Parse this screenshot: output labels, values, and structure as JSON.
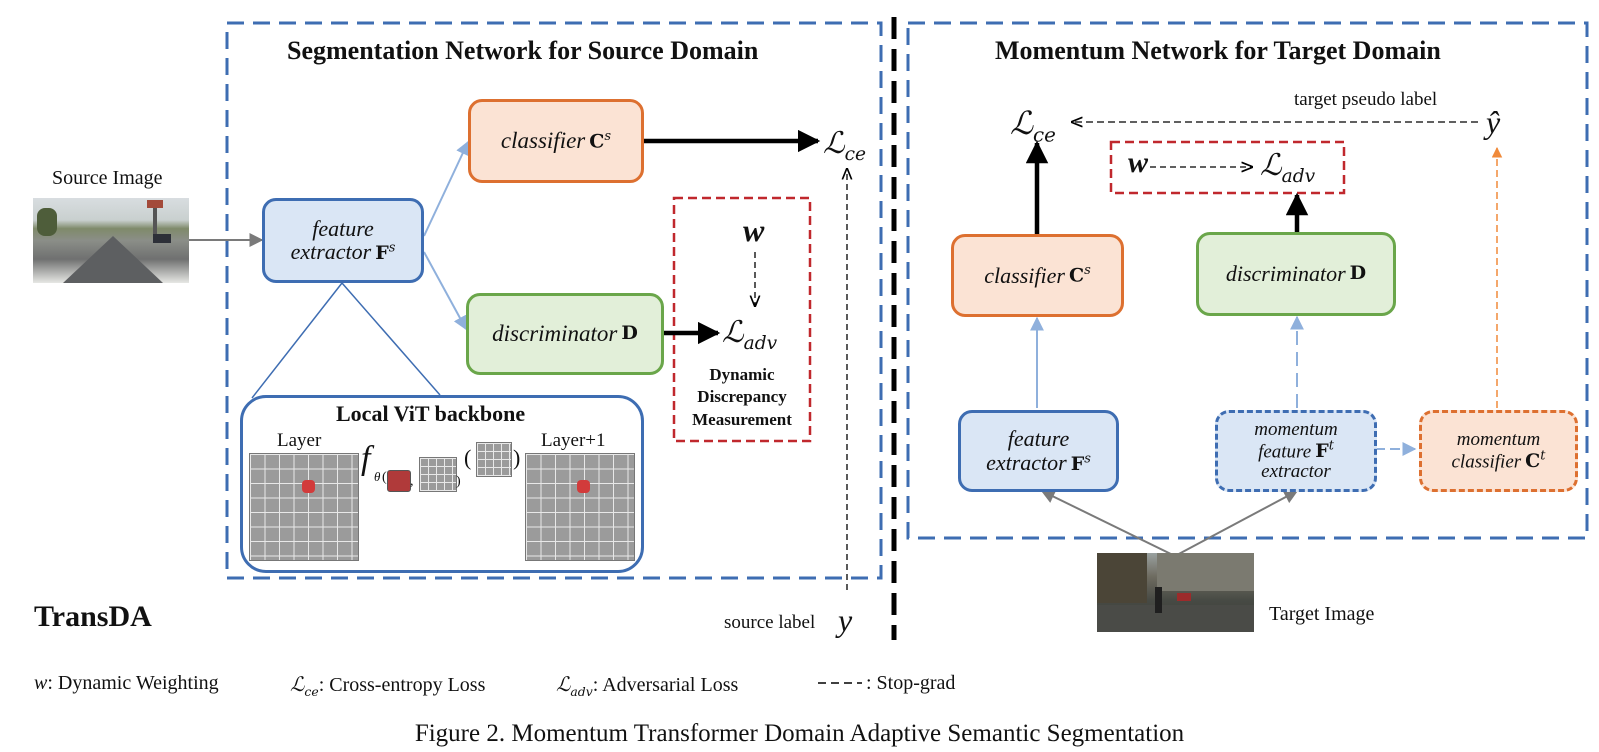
{
  "title": "TransDA",
  "caption": "Figure 2. Momentum Transformer Domain Adaptive Semantic Segmentation",
  "left_panel": {
    "title": "Segmentation Network for Source Domain",
    "source_image_label": "Source Image",
    "feature_extractor": {
      "label_1": "feature",
      "label_2": "extractor",
      "symbol": "F",
      "sup": "s"
    },
    "classifier": {
      "label": "classifier",
      "symbol": "C",
      "sup": "s"
    },
    "discriminator": {
      "label": "discriminator",
      "symbol": "D"
    },
    "loss_ce": {
      "main": "ℒ",
      "sub": "ce"
    },
    "loss_adv": {
      "main": "ℒ",
      "sub": "adv"
    },
    "weight": "w",
    "ddm_lines": [
      "Dynamic",
      "Discrepancy",
      "Measurement"
    ],
    "source_label_text": "source label",
    "source_label_symbol": "y",
    "backbone": {
      "title": "Local ViT backbone",
      "layer_label": "Layer",
      "layer_next_label": "Layer+1",
      "func": "f",
      "func_sub": "θ",
      "open_paren": "(",
      "comma": ",",
      "close_paren": ")"
    }
  },
  "right_panel": {
    "title": "Momentum Network for Target Domain",
    "loss_ce": {
      "main": "ℒ",
      "sub": "ce"
    },
    "loss_adv": {
      "main": "ℒ",
      "sub": "adv"
    },
    "weight": "w",
    "pseudo_label_text": "target pseudo label",
    "y_hat": "ŷ",
    "classifier": {
      "label": "classifier",
      "symbol": "C",
      "sup": "s"
    },
    "discriminator": {
      "label": "discriminator",
      "symbol": "D"
    },
    "feature_extractor": {
      "label_1": "feature",
      "label_2": "extractor",
      "symbol": "F",
      "sup": "s"
    },
    "momentum_feature_extractor": {
      "label_1": "momentum",
      "label_2": "feature",
      "label_3": "extractor",
      "symbol": "F",
      "sup": "t"
    },
    "momentum_classifier": {
      "label_1": "momentum",
      "label_2": "classifier",
      "symbol": "C",
      "sup": "t"
    },
    "target_image_label": "Target Image"
  },
  "legend": {
    "w_symbol": "w",
    "w_text": ": Dynamic Weighting",
    "ce_main": "ℒ",
    "ce_sub": "ce",
    "ce_text": ": Cross-entropy Loss",
    "adv_main": "ℒ",
    "adv_sub": "adv",
    "adv_text": ": Adversarial Loss",
    "stop_text": ":  Stop-grad"
  },
  "colors": {
    "frame_blue": "#3e6db2",
    "arrow_light_blue": "#8fb0dc",
    "red_dashed": "#c0282d",
    "orange_arrow": "#f08a3a",
    "red_arrow": "#c00000"
  }
}
